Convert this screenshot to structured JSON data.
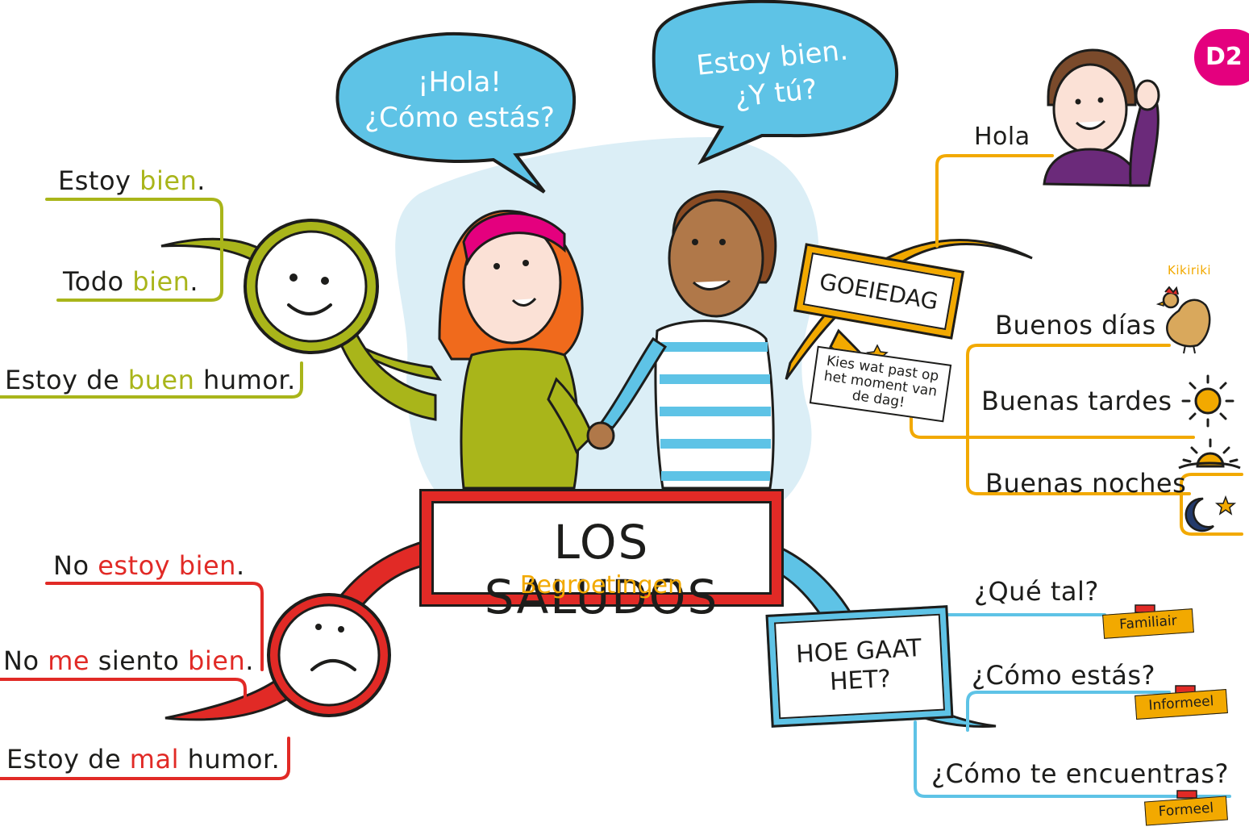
{
  "title": "LOS SALUDOS",
  "subtitle": "Begroetingen",
  "badge": "D2",
  "colors": {
    "positive": "#a9b51a",
    "negative": "#e12a26",
    "greetings": "#f2a900",
    "howAreYou": "#5ec3e6",
    "badge": "#e4007e"
  },
  "bubbles": {
    "left_line1": "¡Hola!",
    "left_line2": "¿Cómo estás?",
    "right_line1": "Estoy bien.",
    "right_line2": "¿Y tú?"
  },
  "positive": {
    "a_pre": "Estoy ",
    "a_hl": "bien",
    "a_post": ".",
    "b_pre": "Todo ",
    "b_hl": "bien",
    "b_post": ".",
    "c_pre": "Estoy de ",
    "c_hl": "buen",
    "c_post": " humor."
  },
  "negative": {
    "a_pre": "No ",
    "a_hl": "estoy bien",
    "a_post": ".",
    "b_pre": "No ",
    "b_hl1": "me",
    "b_mid": " siento ",
    "b_hl2": "bien",
    "b_post": ".",
    "c_pre": "Estoy de ",
    "c_hl": "mal",
    "c_post": " humor."
  },
  "greetings": {
    "sign": "GOEIEDAG",
    "hola": "Hola",
    "manana": "Buenos días",
    "tarde": "Buenas tardes",
    "noche": "Buenas noches",
    "rooster_sound": "Kikiriki",
    "note": "Kies wat past op het moment van de dag!"
  },
  "howareyou": {
    "sign": "HOE GAAT HET?",
    "q1": "¿Qué tal?",
    "q1_tag": "Familiair",
    "q2": "¿Cómo estás?",
    "q2_tag": "Informeel",
    "q3": "¿Cómo te encuentras?",
    "q3_tag": "Formeel"
  }
}
